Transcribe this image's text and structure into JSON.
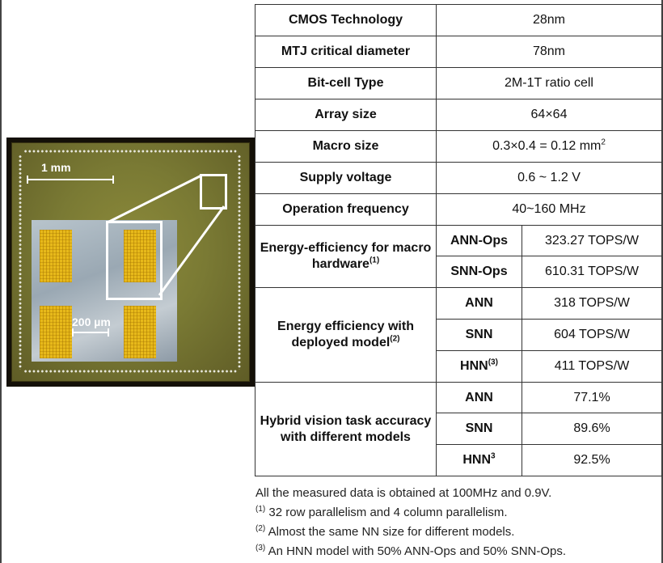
{
  "chip_photo": {
    "scale_large": "1 mm",
    "scale_small": "200 µm"
  },
  "table": {
    "rows": [
      {
        "label": "CMOS Technology",
        "value": "28nm"
      },
      {
        "label": "MTJ critical diameter",
        "value": "78nm"
      },
      {
        "label": "Bit-cell Type",
        "value": "2M-1T ratio cell"
      },
      {
        "label": "Array size",
        "value": "64×64"
      },
      {
        "label": "Macro size",
        "value": "0.3×0.4 = 0.12 mm",
        "value_sup": "2"
      },
      {
        "label": "Supply voltage",
        "value": "0.6 ~ 1.2 V"
      },
      {
        "label": "Operation frequency",
        "value": "40~160 MHz"
      }
    ],
    "groups": [
      {
        "label": "Energy-efficiency for macro hardware",
        "label_sup": "(1)",
        "items": [
          {
            "name": "ANN-Ops",
            "value": "323.27 TOPS/W"
          },
          {
            "name": "SNN-Ops",
            "value": "610.31 TOPS/W"
          }
        ]
      },
      {
        "label": "Energy efficiency with deployed model",
        "label_sup": "(2)",
        "items": [
          {
            "name": "ANN",
            "value": "318 TOPS/W"
          },
          {
            "name": "SNN",
            "value": "604 TOPS/W"
          },
          {
            "name": "HNN",
            "name_sup": "(3)",
            "value": "411 TOPS/W"
          }
        ]
      },
      {
        "label": "Hybrid vision task accuracy with different models",
        "items": [
          {
            "name": "ANN",
            "value": "77.1%"
          },
          {
            "name": "SNN",
            "value": "89.6%"
          },
          {
            "name": "HNN",
            "name_sup": "3",
            "value": "92.5%"
          }
        ]
      }
    ]
  },
  "notes": [
    {
      "text": "All the measured data is obtained at 100MHz and 0.9V."
    },
    {
      "sup": "(1)",
      "text": " 32 row parallelism and 4 column parallelism."
    },
    {
      "sup": "(2)",
      "text": " Almost the same NN size for different models."
    },
    {
      "sup": "(3)",
      "text": " An HNN model with 50% ANN-Ops and 50% SNN-Ops."
    }
  ]
}
